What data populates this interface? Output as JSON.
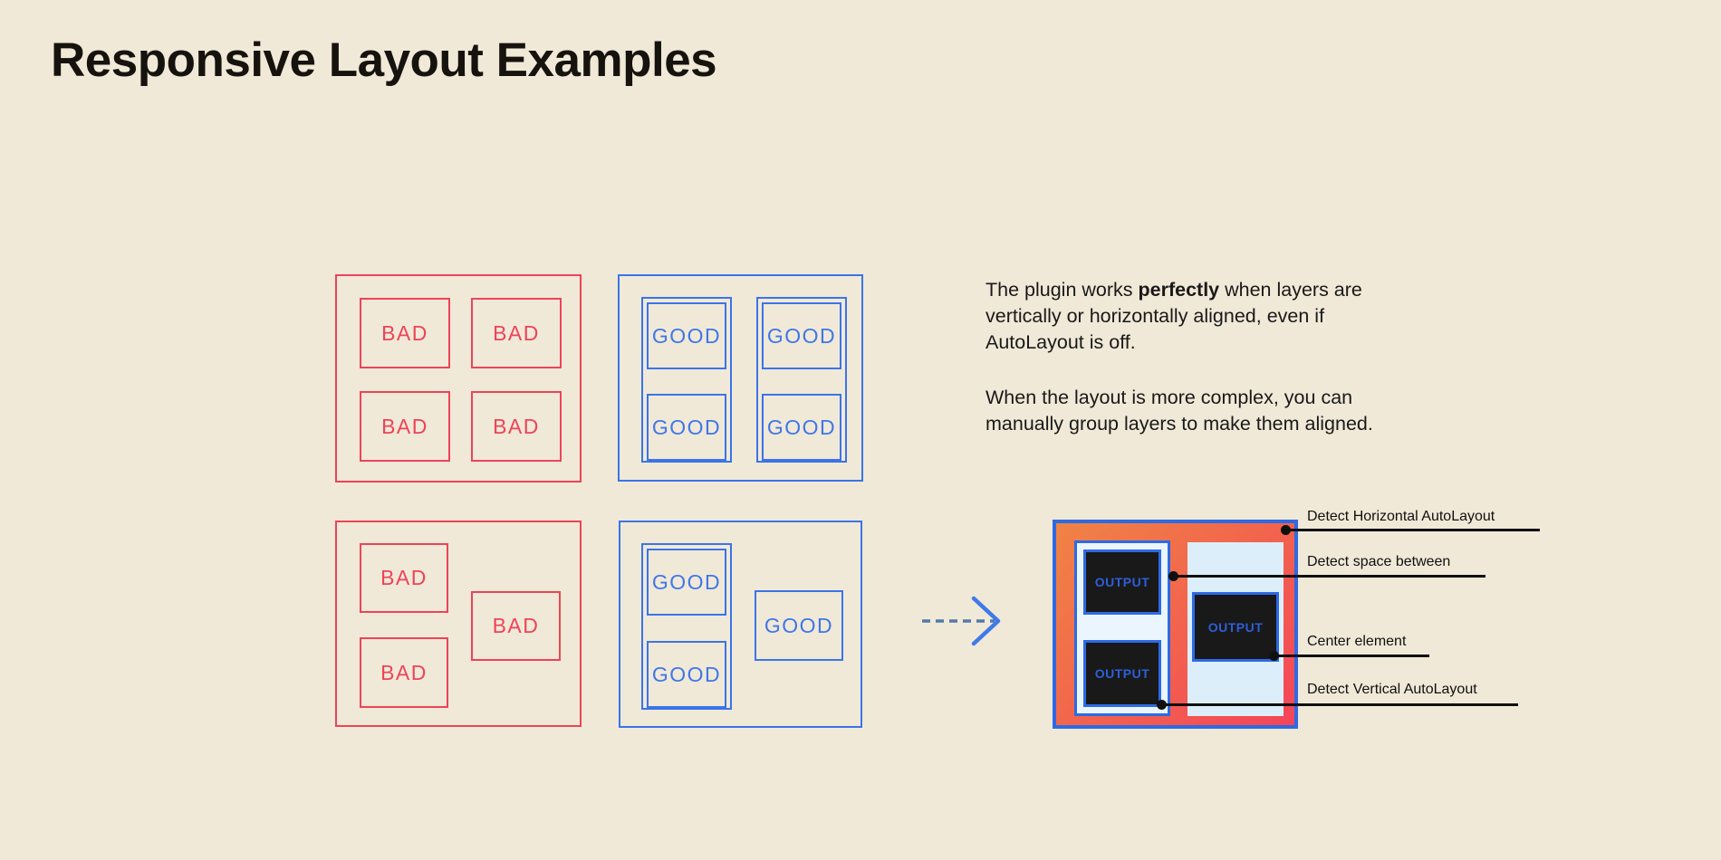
{
  "page": {
    "title": "Responsive Layout Examples",
    "background_color": "#f0e9d8"
  },
  "colors": {
    "bad_red": "#ee4358",
    "good_blue": "#3b74e8",
    "output_border_blue": "#2d6ae4",
    "gradient_orange": "#f08345",
    "gradient_red": "#f4455a",
    "panel_light_blue": "#eaf5fe",
    "output_box_dark": "#191919",
    "callout_black": "#101010"
  },
  "labels": {
    "bad": "BAD",
    "good": "GOOD",
    "output": "OUTPUT"
  },
  "description": {
    "p1_before": "The plugin works ",
    "p1_bold": "perfectly",
    "p1_after": " when layers are vertically or horizontally aligned, even if AutoLayout is off.",
    "p2": "When the layout is more complex, you can manually group layers to make them aligned."
  },
  "annotations": [
    {
      "label": "Detect Horizontal AutoLayout"
    },
    {
      "label": "Detect space between"
    },
    {
      "label": "Center element"
    },
    {
      "label": "Detect Vertical AutoLayout"
    }
  ]
}
